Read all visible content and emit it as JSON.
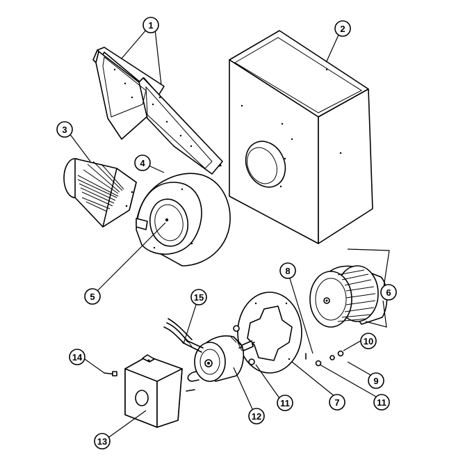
{
  "callouts": [
    {
      "id": "1",
      "label": "1"
    },
    {
      "id": "2",
      "label": "2"
    },
    {
      "id": "3",
      "label": "3"
    },
    {
      "id": "4",
      "label": "4"
    },
    {
      "id": "5",
      "label": "5"
    },
    {
      "id": "6",
      "label": "6"
    },
    {
      "id": "7",
      "label": "7"
    },
    {
      "id": "8",
      "label": "8"
    },
    {
      "id": "9",
      "label": "9"
    },
    {
      "id": "10",
      "label": "10"
    },
    {
      "id": "11a",
      "label": "11"
    },
    {
      "id": "11b",
      "label": "11"
    },
    {
      "id": "12",
      "label": "12"
    },
    {
      "id": "13",
      "label": "13"
    },
    {
      "id": "14",
      "label": "14"
    },
    {
      "id": "15",
      "label": "15"
    }
  ]
}
